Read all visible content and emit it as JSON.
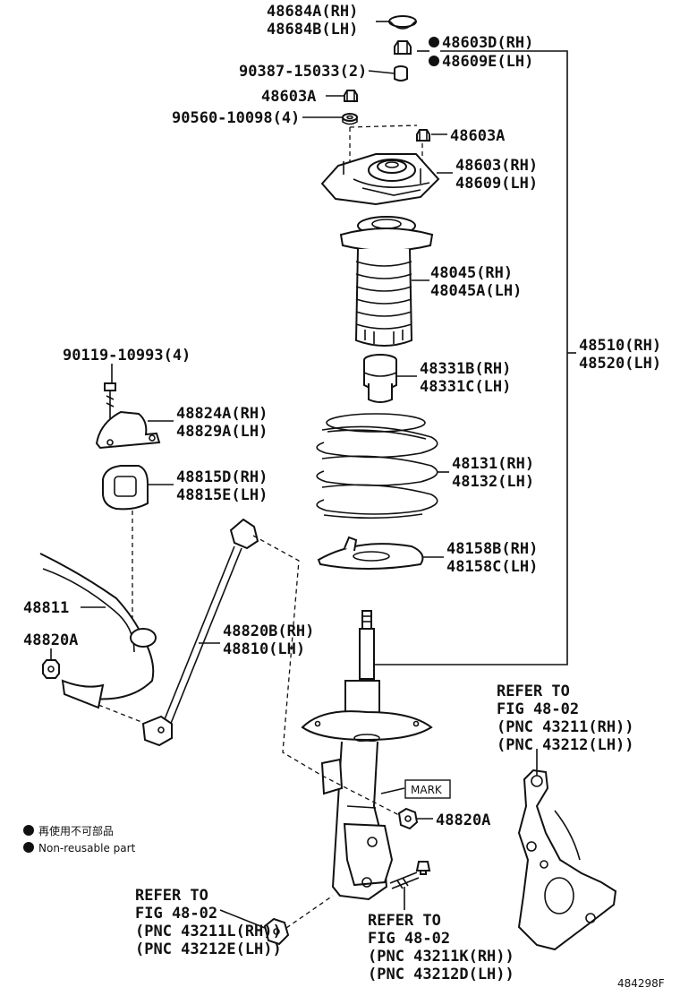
{
  "labels": {
    "p48684": [
      "48684A(RH)",
      "48684B(LH)"
    ],
    "p48603d": [
      "48603D(RH)",
      "48609E(LH)"
    ],
    "p90387": "90387-15033(2)",
    "p48603a_1": "48603A",
    "p90560": "90560-10098(4)",
    "p48603a_2": "48603A",
    "p48603": [
      "48603(RH)",
      "48609(LH)"
    ],
    "p48045": [
      "48045(RH)",
      "48045A(LH)"
    ],
    "p48331": [
      "48331B(RH)",
      "48331C(LH)"
    ],
    "p48131": [
      "48131(RH)",
      "48132(LH)"
    ],
    "p48158": [
      "48158B(RH)",
      "48158C(LH)"
    ],
    "p48510": [
      "48510(RH)",
      "48520(LH)"
    ],
    "p90119": "90119-10993(4)",
    "p48824": [
      "48824A(RH)",
      "48829A(LH)"
    ],
    "p48815": [
      "48815D(RH)",
      "48815E(LH)"
    ],
    "p48811": "48811",
    "p48820a_1": "48820A",
    "p48820": [
      "48820B(RH)",
      "48810(LH)"
    ],
    "p48820a_2": "48820A",
    "mark": "MARK",
    "refer_knuckle": [
      "REFER TO",
      "FIG 48-02",
      "(PNC 43211(RH))",
      "(PNC 43212(LH))"
    ],
    "refer_nut": [
      "REFER TO",
      "FIG 48-02",
      "(PNC 43211L(RH))",
      "(PNC 43212E(LH))"
    ],
    "refer_bolt": [
      "REFER TO",
      "FIG 48-02",
      "(PNC 43211K(RH))",
      "(PNC 43212D(LH))"
    ],
    "legend_jp": "再使用不可部品",
    "legend_en": "Non-reusable part",
    "figure_id": "484298F"
  }
}
